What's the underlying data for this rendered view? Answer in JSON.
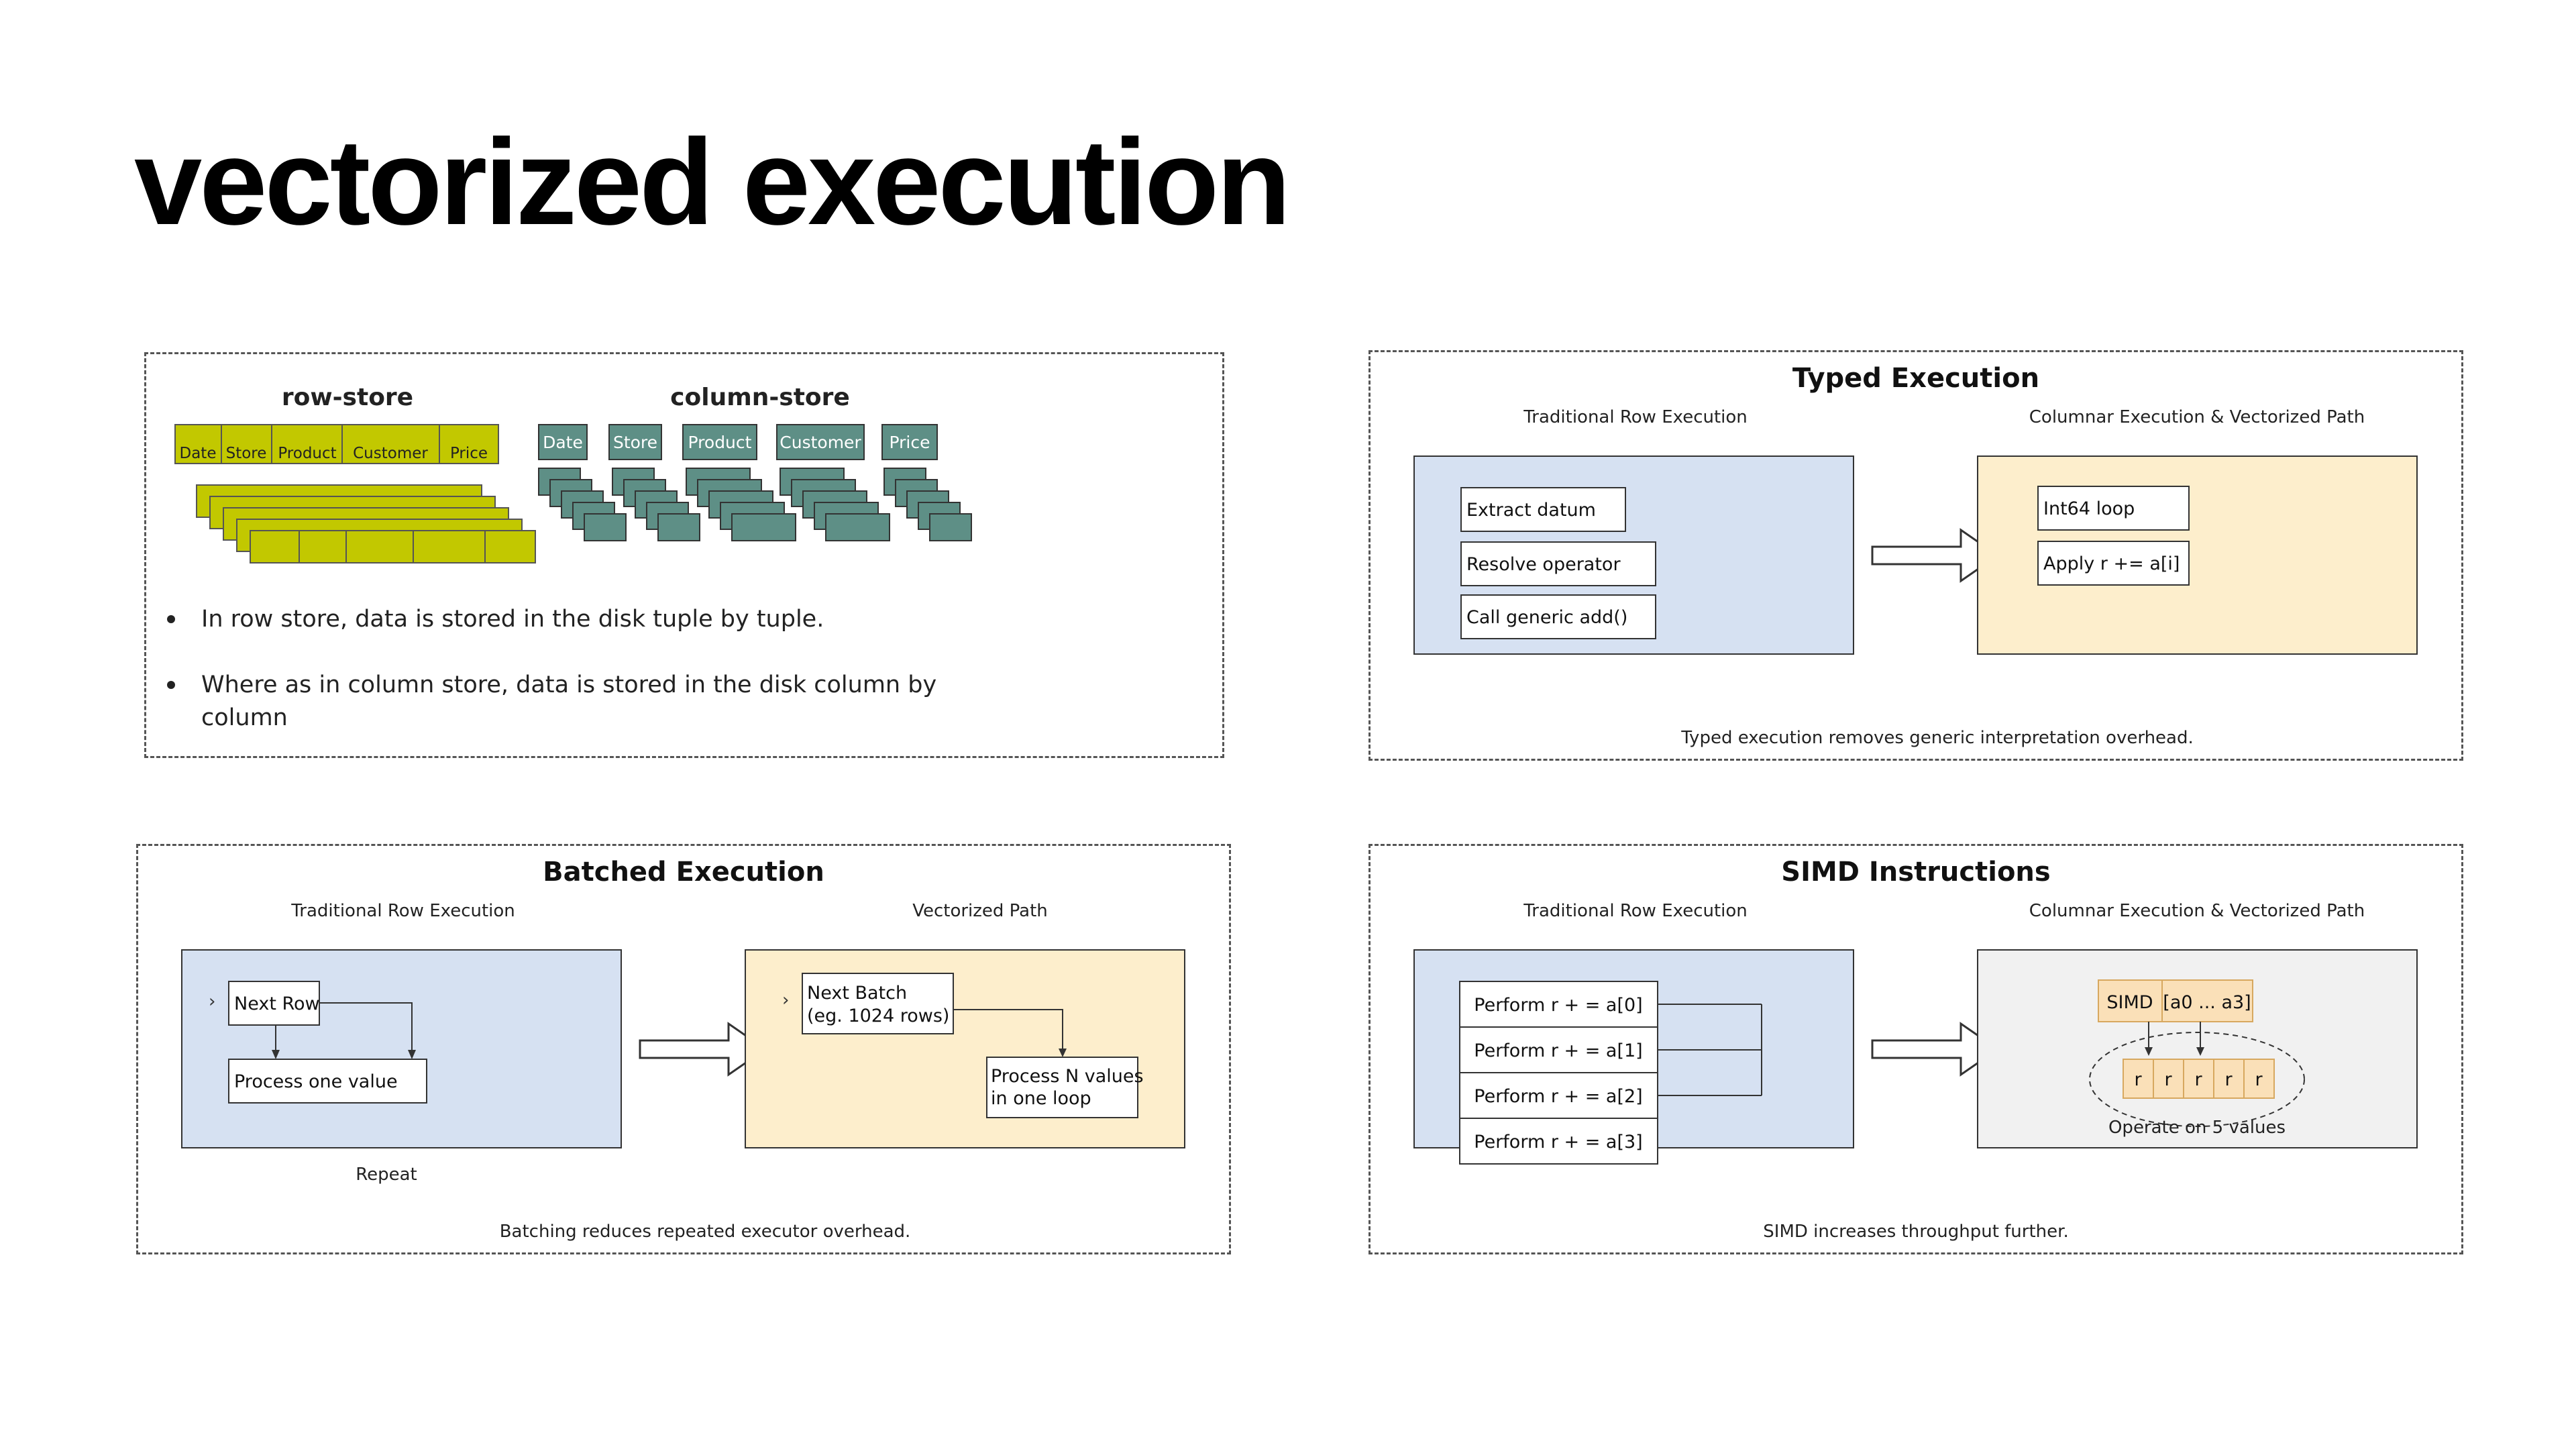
{
  "slide": {
    "title": "vectorized execution"
  },
  "storage_panel": {
    "row_store_title": "row-store",
    "column_store_title": "column-store",
    "columns": [
      "Date",
      "Store",
      "Product",
      "Customer",
      "Price"
    ],
    "bullets": [
      "In row store, data is stored in the disk tuple by tuple.",
      "Where as in column store, data is stored in the disk column by",
      "column"
    ],
    "colors": {
      "row_fill": "#c2c800",
      "column_fill": "#5e8f86"
    }
  },
  "typed_panel": {
    "title": "Typed Execution",
    "left_label": "Traditional Row Execution",
    "right_label": "Columnar Execution & Vectorized Path",
    "left_items": [
      "Extract datum",
      "Resolve operator",
      "Call generic add()"
    ],
    "right_items": [
      "Int64 loop",
      "Apply r += a[i]"
    ],
    "caption": "Typed execution removes generic interpretation overhead."
  },
  "batched_panel": {
    "title": "Batched Execution",
    "left_label": "Traditional Row Execution",
    "right_label": "Vectorized Path",
    "left_next": "Next Row",
    "left_process": "Process one value",
    "left_marker": "›",
    "repeat_label": "Repeat",
    "right_next_line1": "Next Batch",
    "right_next_line2": "(eg. 1024 rows)",
    "right_marker": "›",
    "right_process_line1": "Process N values",
    "right_process_line2": "in one loop",
    "caption": "Batching reduces repeated executor overhead."
  },
  "simd_panel": {
    "title": "SIMD Instructions",
    "left_label": "Traditional Row Execution",
    "right_label": "Columnar Execution & Vectorized Path",
    "left_items": [
      "Perform r + = a[0]",
      "Perform r + = a[1]",
      "Perform r + = a[2]",
      "Perform r + = a[3]"
    ],
    "simd_label": "SIMD",
    "simd_range": "[a0 ... a3]",
    "result_cells": [
      "r",
      "r",
      "r",
      "r",
      "r"
    ],
    "operate_label": "Operate on 5 values",
    "caption": "SIMD increases throughput further."
  },
  "colors": {
    "blue_fill": "#d6e1f2",
    "yellow_fill": "#fdeecc",
    "gray_fill": "#f1f1f1",
    "orange_fill": "#fae0b8",
    "orange_stroke": "#d7a85f"
  }
}
